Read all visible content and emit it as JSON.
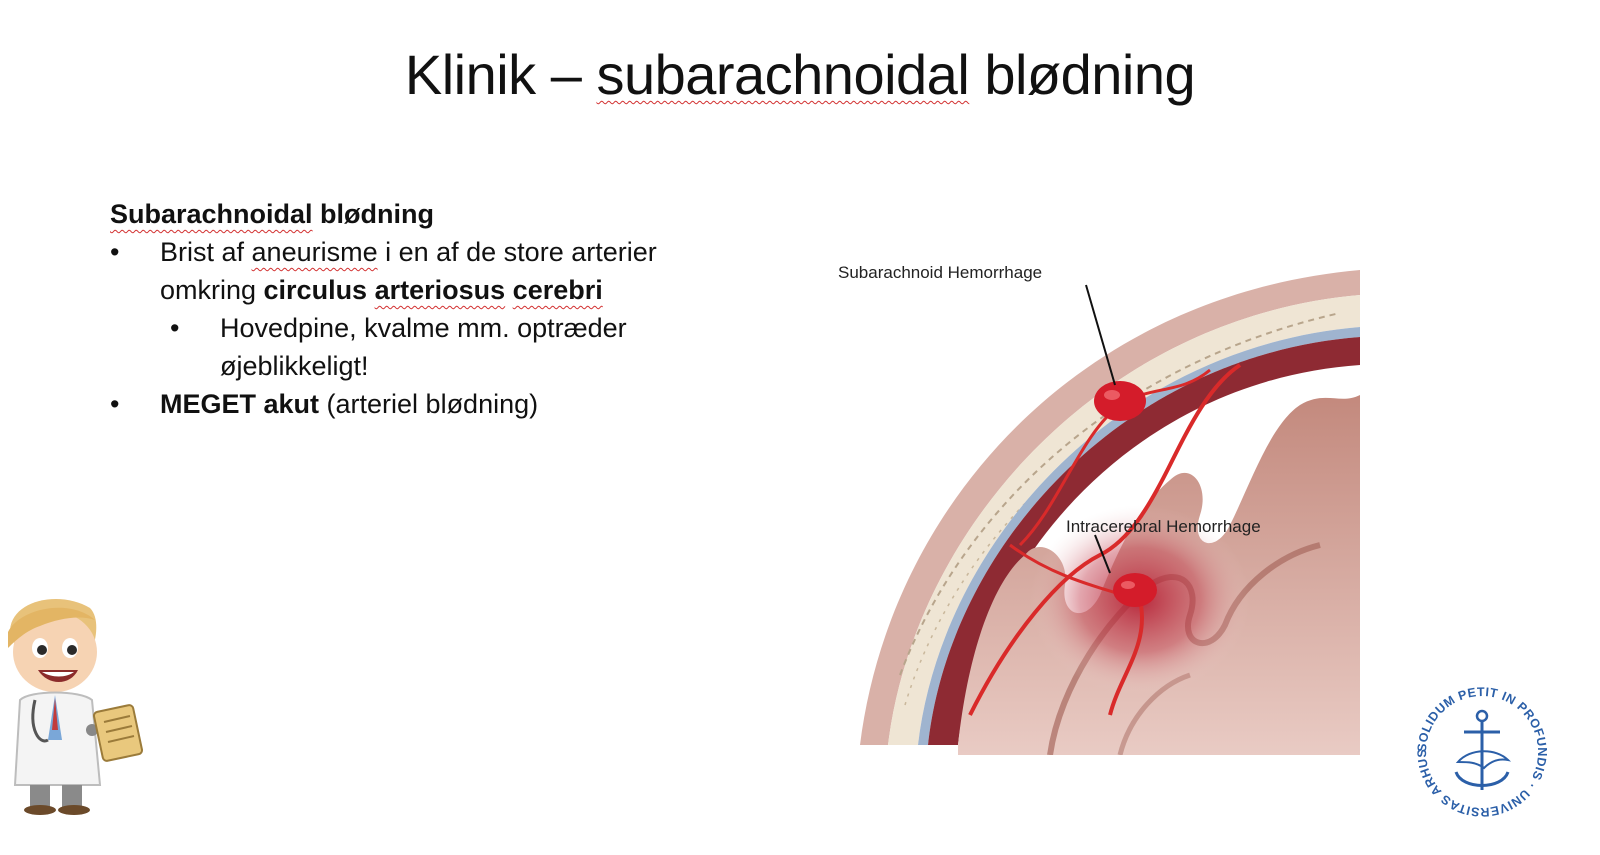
{
  "slide": {
    "title_prefix": "Klinik – ",
    "title_word1": "subarachnoidal",
    "title_word2": " blødning"
  },
  "content": {
    "heading_word1": "Subarachnoidal",
    "heading_word2": " blødning",
    "bullet1_line1_a": "Brist af ",
    "bullet1_line1_b": "aneurisme",
    "bullet1_line1_c": " i en af de store arterier",
    "bullet1_line2_a": "omkring ",
    "bullet1_line2_b": "circulus",
    "bullet1_line2_c": " ",
    "bullet1_line2_d": "arteriosus",
    "bullet1_line2_e": " ",
    "bullet1_line2_f": "cerebri",
    "sub_bullet_line1": "Hovedpine, kvalme mm. optræder",
    "sub_bullet_line2": "øjeblikkeligt!",
    "bullet2_bold": "MEGET akut",
    "bullet2_rest": " (arteriel blødning)",
    "bullet_glyph": "•"
  },
  "figure": {
    "label_sah": "Subarachnoid Hemorrhage",
    "label_ich": "Intracerebral Hemorrhage"
  },
  "logo": {
    "text": "SOLIDUM PETIT IN PROFUNDIS · UNIVERSITAS ARHUSIENSIS ·"
  },
  "colors": {
    "blood": "#d92a2a",
    "brain": "#c99085",
    "logo_blue": "#2b5fa8",
    "spell_squiggle": "#d23030"
  }
}
